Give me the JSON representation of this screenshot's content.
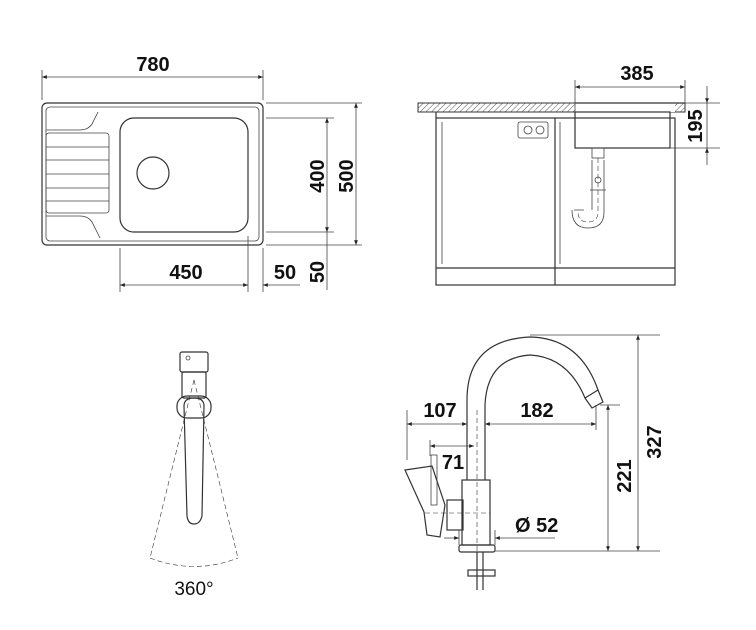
{
  "sink_top_view": {
    "overall_width": "780",
    "bowl_width": "450",
    "right_margin": "50",
    "bowl_depth": "400",
    "overall_depth": "500",
    "bottom_margin": "50"
  },
  "cabinet_side_view": {
    "bowl_offset": "385",
    "bowl_height": "195"
  },
  "faucet_top_view": {
    "rotation": "360°"
  },
  "faucet_side_view": {
    "lever_reach": "107",
    "spout_reach": "182",
    "lever_offset": "71",
    "base_diameter": "Ø 52",
    "outlet_height": "221",
    "total_height": "327"
  },
  "colors": {
    "line": "#333333",
    "text": "#111111"
  }
}
